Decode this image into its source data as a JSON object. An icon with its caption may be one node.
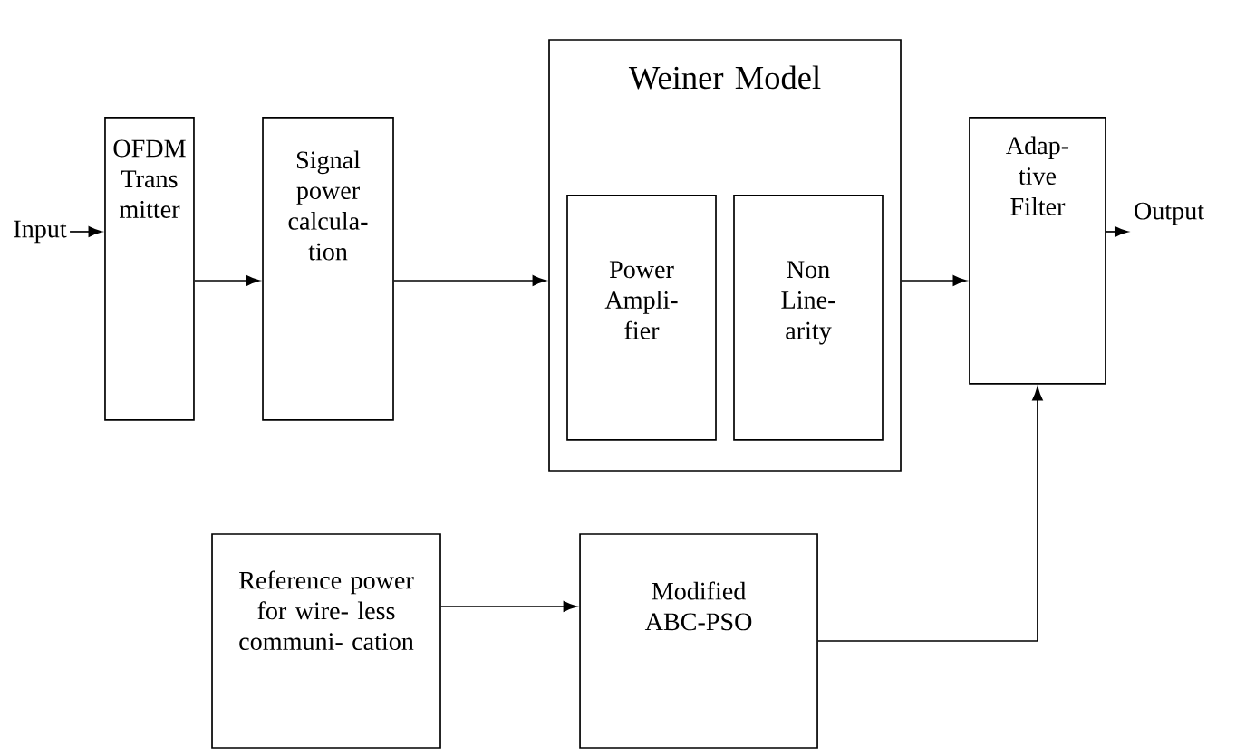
{
  "diagram": {
    "nodes": [
      {
        "text": [
          "Input"
        ]
      },
      {
        "text": [
          "OFDM Trans mitter"
        ]
      },
      {
        "text": [
          "Signal power calcula- tion"
        ]
      },
      {
        "text": [
          "Weiner Model"
        ]
      },
      {
        "text": [
          "Power Ampli- fier"
        ],
        "in": 3
      },
      {
        "text": [
          "Non Line- arity"
        ],
        "in": 3
      },
      {
        "text": [
          "Adap- tive Filter"
        ]
      },
      {
        "text": [
          "Output"
        ]
      },
      {
        "text": [
          "Reference power for wire- less communi- cation"
        ]
      },
      {
        "text": [
          "Modified ABC-PSO"
        ]
      }
    ],
    "edges": [
      {
        "from": 0,
        "to": 1,
        "arrow": "to"
      },
      {
        "from": 1,
        "to": 2,
        "arrow": "to"
      },
      {
        "from": 2,
        "to": 3,
        "arrow": "to"
      },
      {
        "from": 3,
        "to": 6,
        "arrow": "to"
      },
      {
        "from": 6,
        "to": 7,
        "arrow": "to"
      },
      {
        "from": 8,
        "to": 9,
        "arrow": "to"
      },
      {
        "from": 9,
        "to": 6,
        "arrow": "to"
      }
    ]
  }
}
